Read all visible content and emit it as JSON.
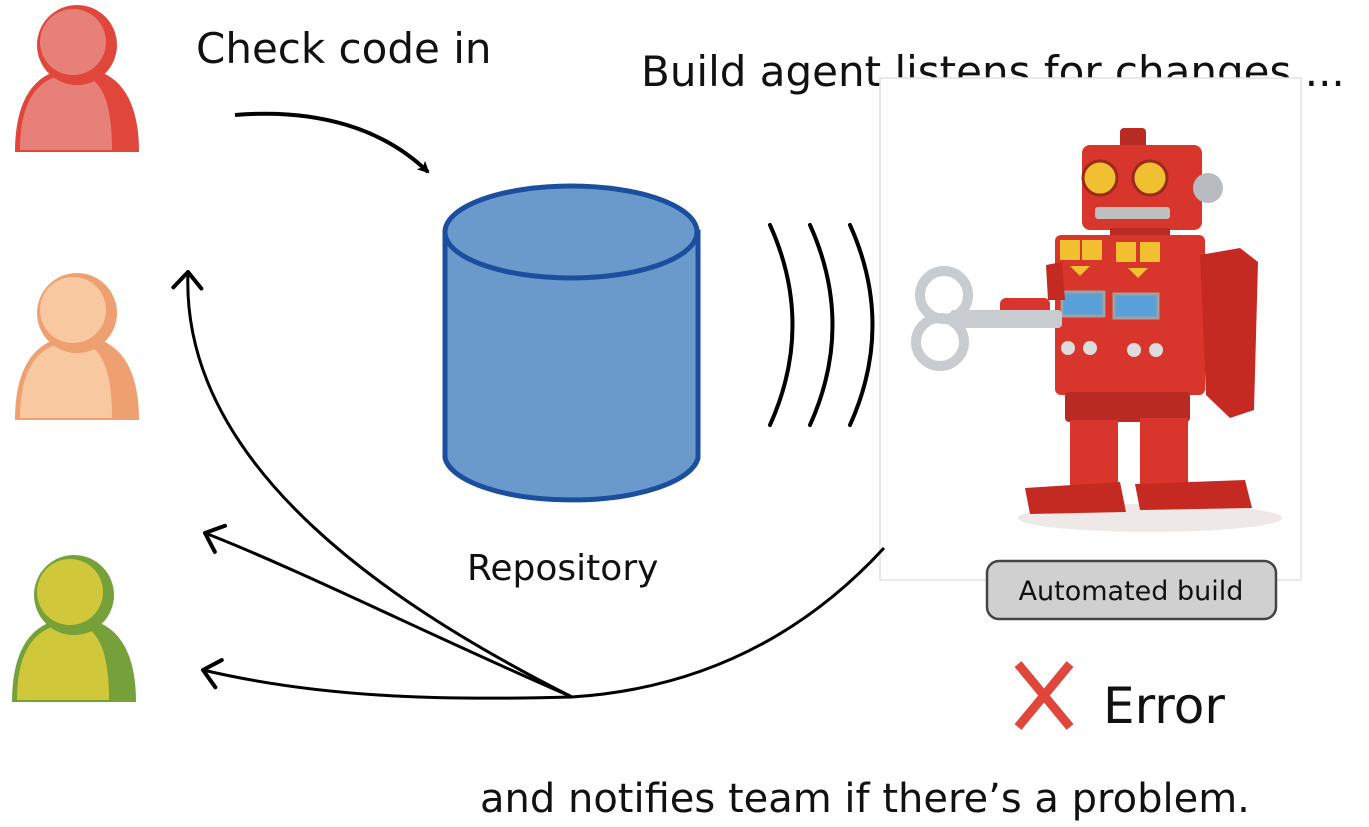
{
  "texts": {
    "check_in": "Check code in",
    "listens": "Build agent listens for changes ...",
    "repository": "Repository",
    "automated_build": "Automated build",
    "error": "Error",
    "notifies": "and notifies team if there’s a problem."
  },
  "team": [
    {
      "name": "developer-red",
      "body_color": "#e8807a",
      "stroke_color": "#e0463a"
    },
    {
      "name": "developer-orange",
      "body_color": "#f8c9a0",
      "stroke_color": "#eea071"
    },
    {
      "name": "developer-olive",
      "body_color": "#d0c83a",
      "stroke_color": "#75a03a"
    }
  ],
  "colors": {
    "repository_fill": "#6a9acc",
    "repository_stroke": "#1c4ea0",
    "error_mark": "#e0463a",
    "robot": "#d8352c",
    "badge_fill": "#d0d0d0",
    "badge_stroke": "#444444"
  },
  "icons": {
    "error": "x-mark-icon",
    "signal": "signal-waves-icon",
    "robot": "wind-up-robot-icon"
  }
}
